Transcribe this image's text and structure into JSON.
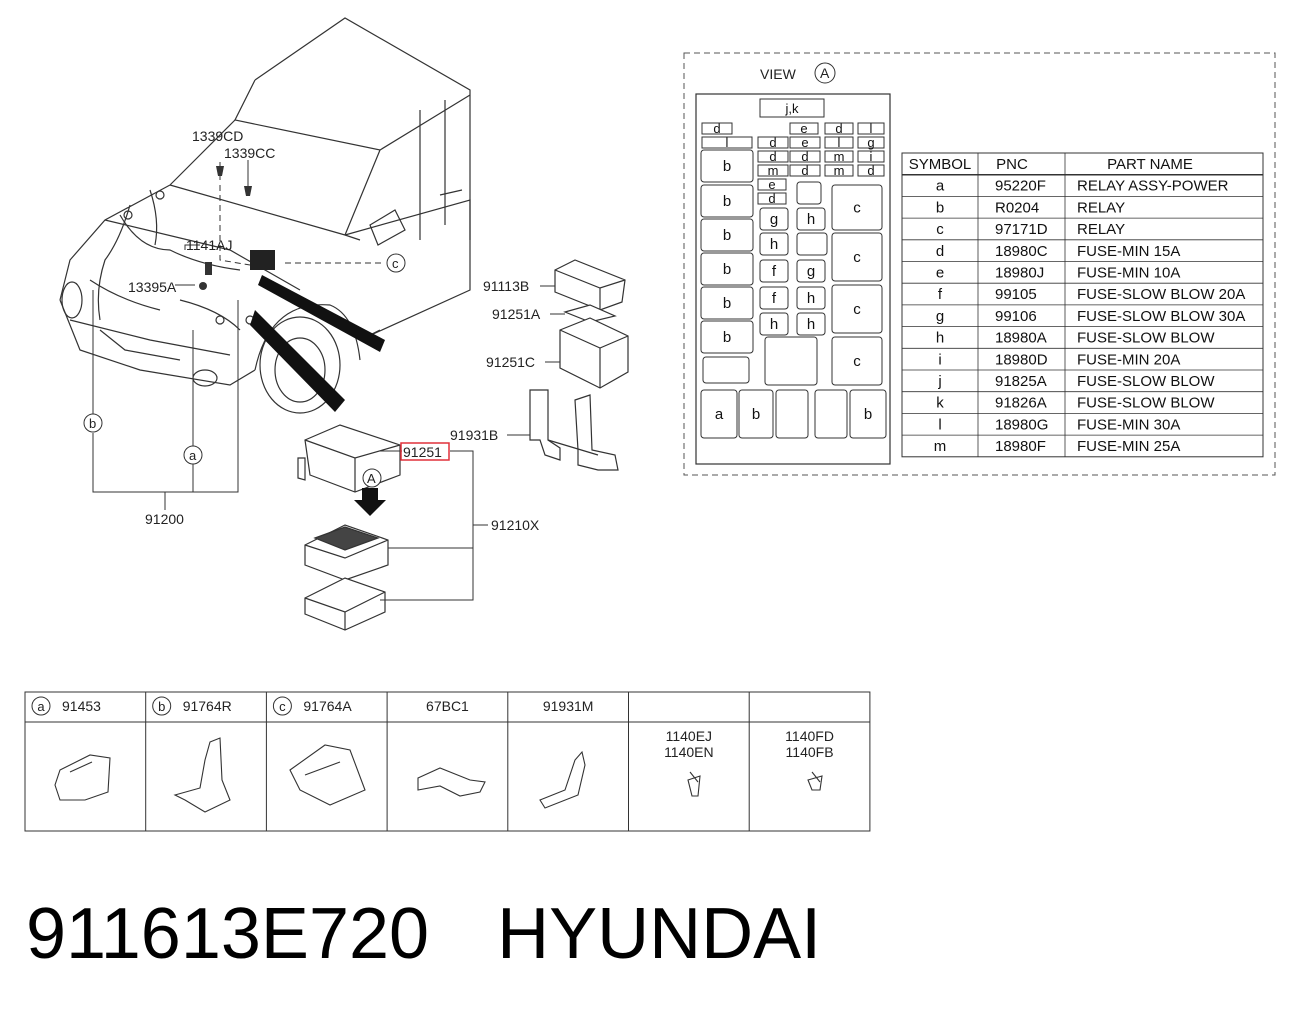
{
  "view_title": "VIEW",
  "view_marker": "A",
  "callouts": {
    "c1339cd": "1339CD",
    "c1339cc": "1339CC",
    "c1141aj": "1141AJ",
    "c13395a": "13395A",
    "circle_c": "c",
    "circle_b": "b",
    "circle_a": "a",
    "harness": "91200",
    "c91113b": "91113B",
    "c91251a": "91251A",
    "c91251c": "91251C",
    "c91931b": "91931B",
    "c91251": "91251",
    "c91210x": "91210X",
    "arrow_a": "A"
  },
  "fuse_box": {
    "top_label": "j,k",
    "small_labels": [
      "d",
      "l",
      "e",
      "d",
      "l",
      "d",
      "e",
      "l",
      "g",
      "d",
      "d",
      "m",
      "i",
      "m",
      "d",
      "m",
      "d",
      "e",
      "d"
    ],
    "cells": [
      "b",
      "b",
      "b",
      "b",
      "b",
      "b",
      "c",
      "c",
      "c",
      "c",
      "g",
      "h",
      "h",
      "f",
      "g",
      "f",
      "h",
      "h",
      "h",
      "a",
      "b",
      "b"
    ]
  },
  "parts_table": {
    "headers": [
      "SYMBOL",
      "PNC",
      "PART NAME"
    ],
    "rows": [
      [
        "a",
        "95220F",
        "RELAY ASSY-POWER"
      ],
      [
        "b",
        "R0204",
        "RELAY"
      ],
      [
        "c",
        "97171D",
        "RELAY"
      ],
      [
        "d",
        "18980C",
        "FUSE-MIN 15A"
      ],
      [
        "e",
        "18980J",
        "FUSE-MIN 10A"
      ],
      [
        "f",
        "99105",
        "FUSE-SLOW BLOW 20A"
      ],
      [
        "g",
        "99106",
        "FUSE-SLOW BLOW 30A"
      ],
      [
        "h",
        "18980A",
        "FUSE-SLOW BLOW"
      ],
      [
        "i",
        "18980D",
        "FUSE-MIN 20A"
      ],
      [
        "j",
        "91825A",
        "FUSE-SLOW BLOW"
      ],
      [
        "k",
        "91826A",
        "FUSE-SLOW BLOW"
      ],
      [
        "l",
        "18980G",
        "FUSE-MIN 30A"
      ],
      [
        "m",
        "18980F",
        "FUSE-MIN 25A"
      ]
    ]
  },
  "bottom_table": {
    "columns": [
      {
        "marker": "a",
        "code": "91453"
      },
      {
        "marker": "b",
        "code": "91764R"
      },
      {
        "marker": "c",
        "code": "91764A"
      },
      {
        "marker": "",
        "code": "67BC1"
      },
      {
        "marker": "",
        "code": "91931M"
      },
      {
        "marker": "",
        "code": ""
      },
      {
        "marker": "",
        "code": ""
      }
    ],
    "bolts": [
      {
        "line1": "1140EJ",
        "line2": "1140EN"
      },
      {
        "line1": "1140FD",
        "line2": "1140FB"
      }
    ]
  },
  "footer": {
    "part_number": "911613E720",
    "brand": "HYUNDAI"
  },
  "colors": {
    "line": "#333333",
    "highlight": "#e0303a",
    "background": "#ffffff"
  }
}
